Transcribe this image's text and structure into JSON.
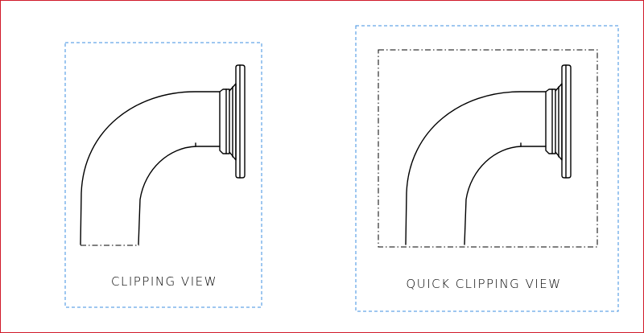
{
  "colors": {
    "sheet_border": "#d11a2a",
    "view_frame": "#3d8fe0",
    "geometry": "#000000",
    "label_text": "#000000"
  },
  "views": [
    {
      "caption": "CLIPPING VIEW",
      "clip_style": "dash-dot-open-end"
    },
    {
      "caption": "QUICK CLIPPING VIEW",
      "clip_style": "dash-dot-rectangle"
    }
  ]
}
